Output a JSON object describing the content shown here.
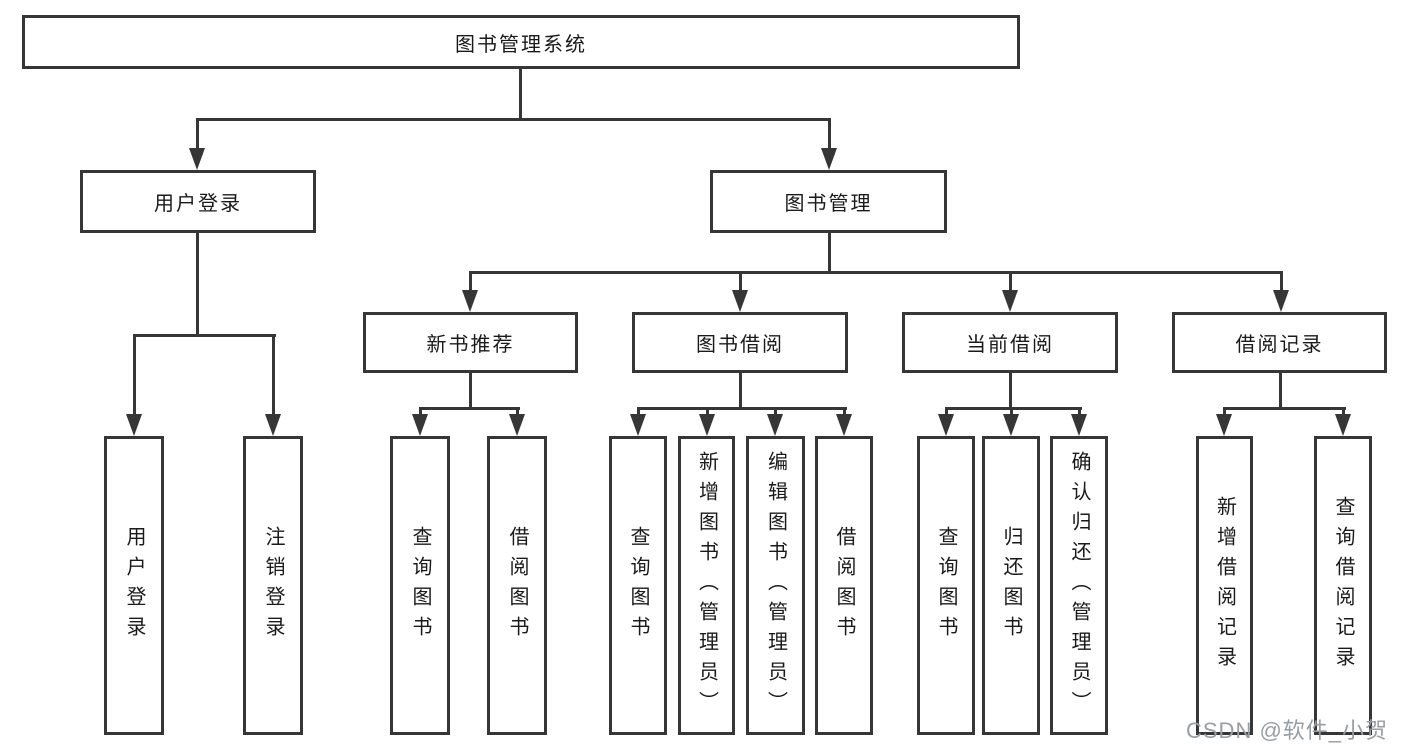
{
  "diagram": {
    "root": {
      "label": "图书管理系统"
    },
    "level2": [
      {
        "id": "user-login",
        "label": "用户登录"
      },
      {
        "id": "book-management",
        "label": "图书管理"
      }
    ],
    "level3": [
      {
        "id": "new-book-recommend",
        "label": "新书推荐"
      },
      {
        "id": "book-borrowing",
        "label": "图书借阅"
      },
      {
        "id": "current-borrowing",
        "label": "当前借阅"
      },
      {
        "id": "borrowing-records",
        "label": "借阅记录"
      }
    ],
    "leaves": {
      "user_login_group": [
        "用户登录",
        "注销登录"
      ],
      "new_book_group": [
        "查询图书",
        "借阅图书"
      ],
      "book_borrowing_group": [
        "查询图书",
        "新增图书（管理员）",
        "编辑图书（管理员）",
        "借阅图书"
      ],
      "current_borrowing_group": [
        "查询图书",
        "归还图书",
        "确认归还（管理员）"
      ],
      "borrowing_records_group": [
        "新增借阅记录",
        "查询借阅记录"
      ]
    },
    "colors": {
      "line": "#363636",
      "text": "#1a1a1a",
      "box_fill": "#ffffff",
      "watermark": "#979ea4"
    }
  },
  "watermark": {
    "text": "CSDN @软件_小贺同学"
  }
}
